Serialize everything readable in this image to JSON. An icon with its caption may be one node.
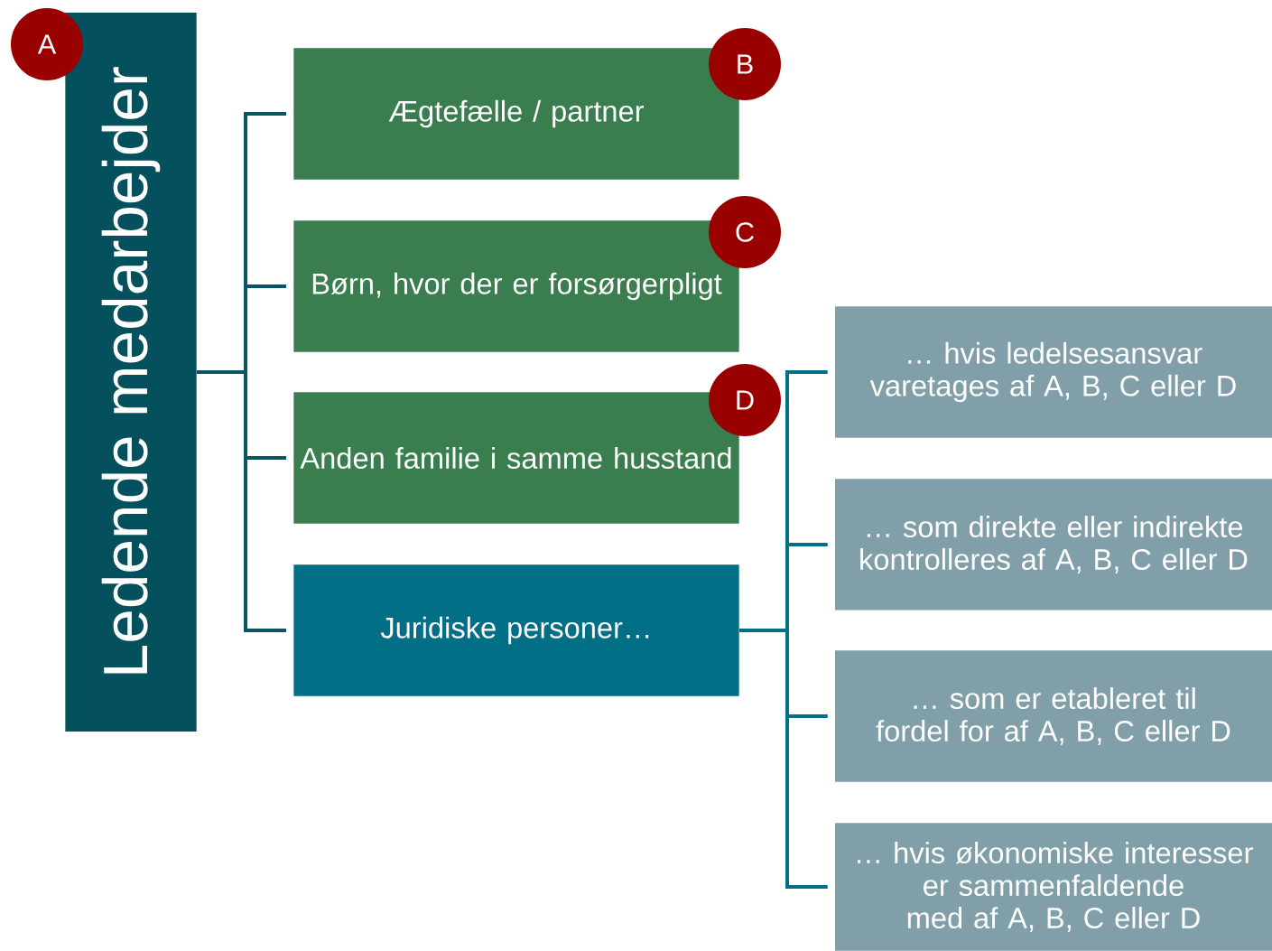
{
  "diagram": {
    "nodes": [
      {
        "text": [
          "Ledende medarbejder"
        ]
      },
      {
        "text": [
          "A"
        ]
      },
      {
        "text": [
          "Ægtefælle / partner"
        ]
      },
      {
        "text": [
          "B"
        ]
      },
      {
        "text": [
          "Børn, hvor der er forsørgerpligt"
        ]
      },
      {
        "text": [
          "C"
        ]
      },
      {
        "text": [
          "Anden familie i samme husstand"
        ]
      },
      {
        "text": [
          "D"
        ]
      },
      {
        "text": [
          "Juridiske personer…"
        ]
      },
      {
        "text": [
          "… hvis ledelsesansvar varetages af A, B, C eller D"
        ]
      },
      {
        "text": [
          "… som direkte eller indirekte kontrolleres af A, B, C eller D"
        ]
      },
      {
        "text": [
          "… som er etableret til fordel for af A, B, C eller D"
        ]
      },
      {
        "text": [
          "… hvis økonomiske interesser er sammenfaldende med af A, B, C eller D"
        ]
      }
    ],
    "edges": [
      {
        "from": 0,
        "to": 2,
        "arrow": "none",
        "color": "#0b5562"
      },
      {
        "from": 0,
        "to": 4,
        "arrow": "none",
        "color": "#0b5562"
      },
      {
        "from": 0,
        "to": 6,
        "arrow": "none",
        "color": "#0b5562"
      },
      {
        "from": 0,
        "to": 8,
        "arrow": "none",
        "color": "#0b5562"
      },
      {
        "from": 8,
        "to": 9,
        "arrow": "none",
        "color": "#036f86"
      },
      {
        "from": 8,
        "to": 10,
        "arrow": "none",
        "color": "#036f86"
      },
      {
        "from": 8,
        "to": 11,
        "arrow": "none",
        "color": "#036f86"
      },
      {
        "from": 8,
        "to": 12,
        "arrow": "none",
        "color": "#036f86"
      }
    ]
  }
}
